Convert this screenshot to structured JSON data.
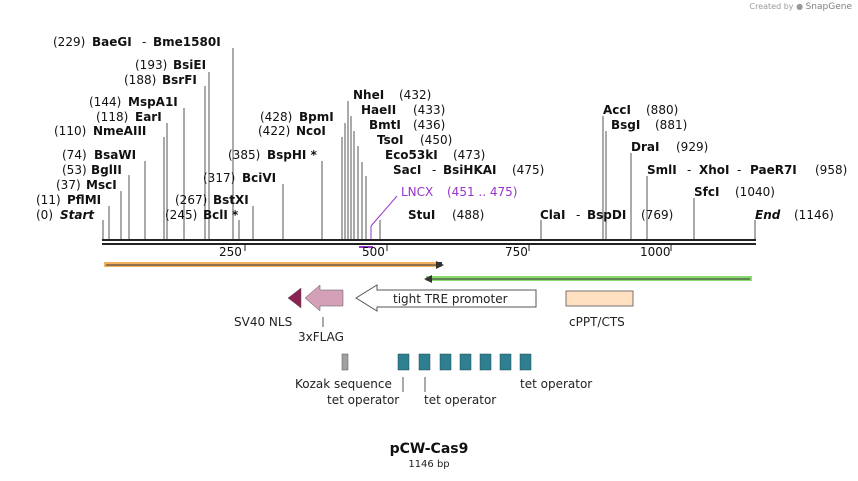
{
  "watermark": {
    "prefix": "Created by",
    "brand": "SnapGene"
  },
  "plasmid": {
    "name": "pCW-Cas9",
    "length_label": "1146 bp"
  },
  "colors": {
    "backbone": "#222222",
    "primer_orange": "#f0b060",
    "primer_green": "#8bd870",
    "lncx": "#9933cc",
    "sv40": "#8b2252",
    "flag": "#d4a0b8",
    "cppt": "#ffe0c0",
    "kozak": "#a0a0a0",
    "teto": "#2e7f8f"
  },
  "ruler": [
    {
      "label": "250"
    },
    {
      "label": "500"
    },
    {
      "label": "750"
    },
    {
      "label": "1000"
    }
  ],
  "sites": [
    {
      "pos": "(0)",
      "name": "Start",
      "style": "ital"
    },
    {
      "pos": "(11)",
      "name": "PflMI"
    },
    {
      "pos": "(37)",
      "name": "MscI"
    },
    {
      "pos": "(53)",
      "name": "BglII"
    },
    {
      "pos": "(74)",
      "name": "BsaWI"
    },
    {
      "pos": "(110)",
      "name": "NmeAIII"
    },
    {
      "pos": "(118)",
      "name": "EarI"
    },
    {
      "pos": "(144)",
      "name": "MspA1I"
    },
    {
      "pos": "(188)",
      "name": "BsrFI"
    },
    {
      "pos": "(193)",
      "name": "BsiEI"
    },
    {
      "pos": "(229)",
      "name": "BaeGI",
      "name2": "Bme1580I"
    },
    {
      "pos": "(245)",
      "name": "BclI *"
    },
    {
      "pos": "(267)",
      "name": "BstXI"
    },
    {
      "pos": "(317)",
      "name": "BciVI"
    },
    {
      "pos": "(385)",
      "name": "BspHI *"
    },
    {
      "pos": "(422)",
      "name": "NcoI"
    },
    {
      "pos": "(428)",
      "name": "BpmI"
    },
    {
      "pos": "(432)",
      "name": "NheI"
    },
    {
      "pos": "(433)",
      "name": "HaeII"
    },
    {
      "pos": "(436)",
      "name": "BmtI"
    },
    {
      "pos": "(450)",
      "name": "TsoI"
    },
    {
      "pos": "(473)",
      "name": "Eco53kI"
    },
    {
      "pos": "(475)",
      "name": "SacI",
      "name2": "BsiHKAI"
    },
    {
      "pos": "(451 .. 475)",
      "name": "LNCX",
      "style": "lncx"
    },
    {
      "pos": "(488)",
      "name": "StuI"
    },
    {
      "name": "ClaI",
      "name2": "BspDI",
      "pos": "(769)"
    },
    {
      "name": "AccI",
      "pos": "(880)"
    },
    {
      "name": "BsgI",
      "pos": "(881)"
    },
    {
      "name": "DraI",
      "pos": "(929)"
    },
    {
      "name": "SmlI",
      "name2": "XhoI",
      "name3": "PaeR7I",
      "pos": "(958)"
    },
    {
      "name": "SfcI",
      "pos": "(1040)"
    },
    {
      "name": "End",
      "pos": "(1146)",
      "style": "ital"
    }
  ],
  "features": {
    "sv40": "SV40 NLS",
    "flag": "3xFLAG",
    "tre": "tight TRE promoter",
    "cppt": "cPPT/CTS",
    "kozak": "Kozak sequence",
    "teto1": "tet operator",
    "teto2": "tet operator",
    "teto3": "tet operator"
  }
}
